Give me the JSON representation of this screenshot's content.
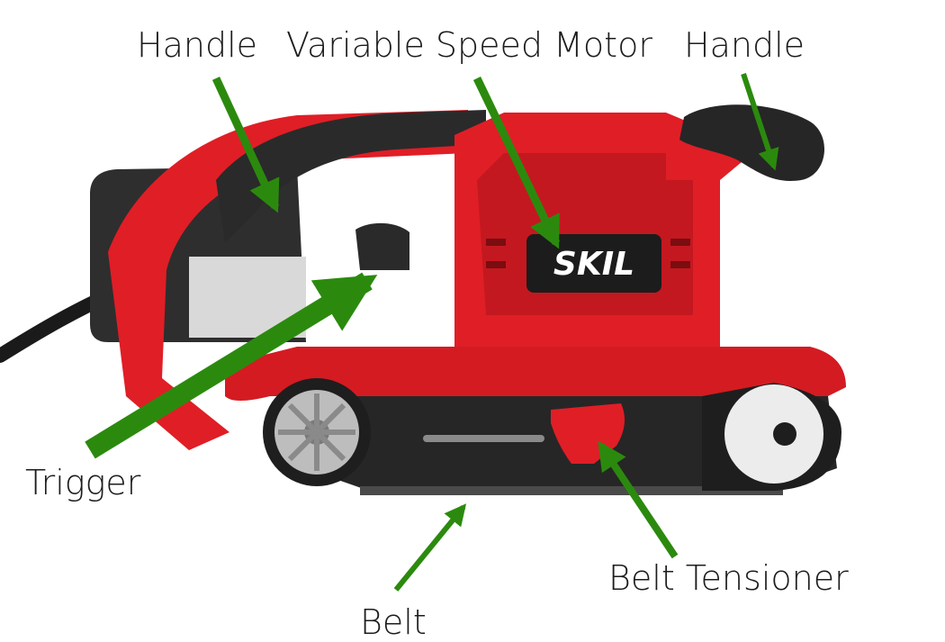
{
  "labels": {
    "handle_left": "Handle",
    "motor": "Variable Speed Motor",
    "handle_right": "Handle",
    "trigger": "Trigger",
    "belt_tensioner": "Belt Tensioner",
    "belt": "Belt"
  },
  "brand": "SKIL",
  "colors": {
    "arrow": "#2b8a0e",
    "body_red": "#e01e26",
    "body_dark_red": "#a8141a",
    "grip_black": "#2a2a2a",
    "label_text": "#1c1c1c"
  }
}
